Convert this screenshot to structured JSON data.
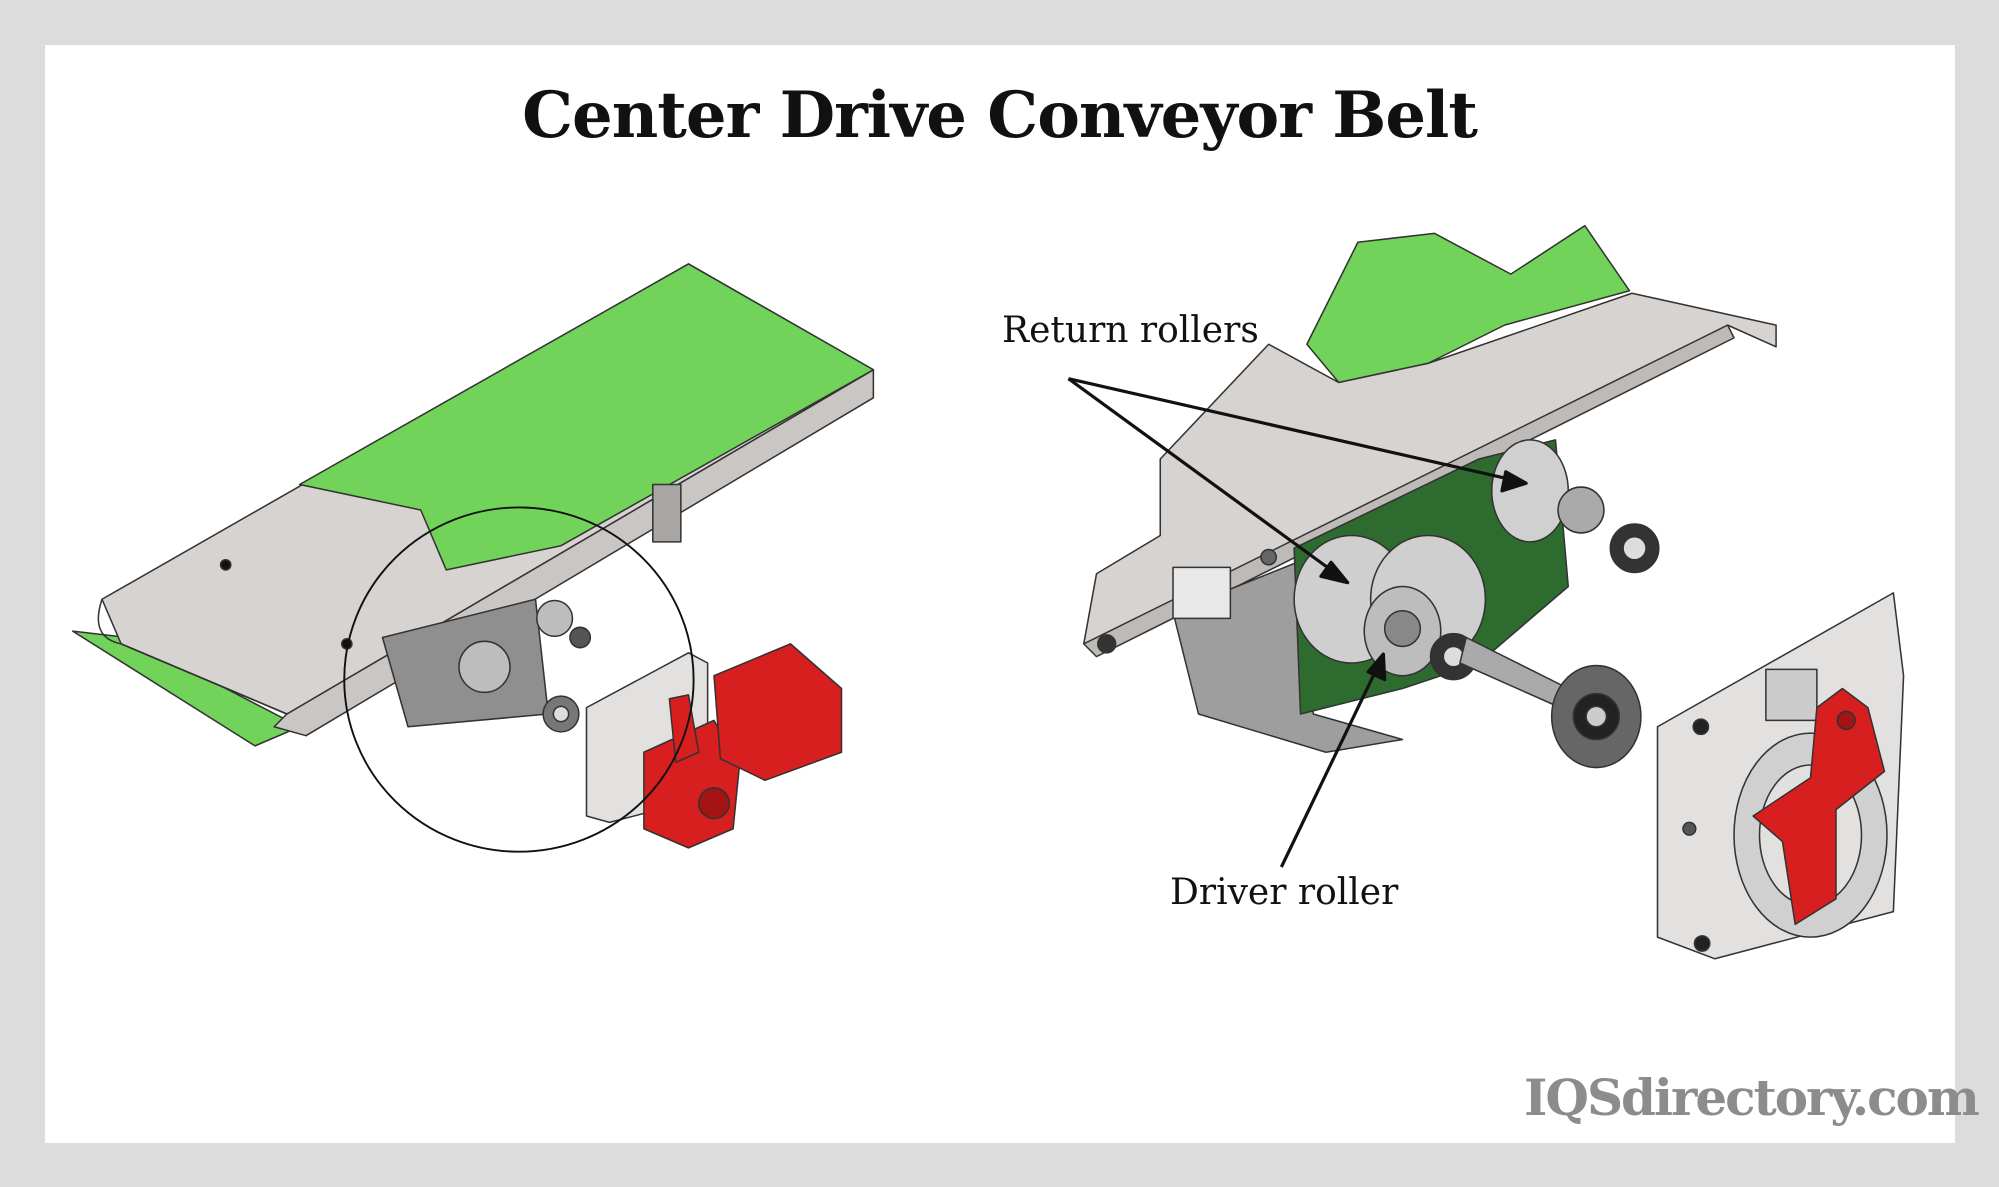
{
  "title": "Center Drive Conveyor Belt",
  "labels": {
    "return_rollers": "Return rollers",
    "driver_roller": "Driver roller"
  },
  "watermark": "IQSdirectory.com",
  "colors": {
    "belt": "#72d35a",
    "motor": "#d81f1f",
    "frame": "#d6d3d0",
    "border": "#dcdcdc"
  }
}
